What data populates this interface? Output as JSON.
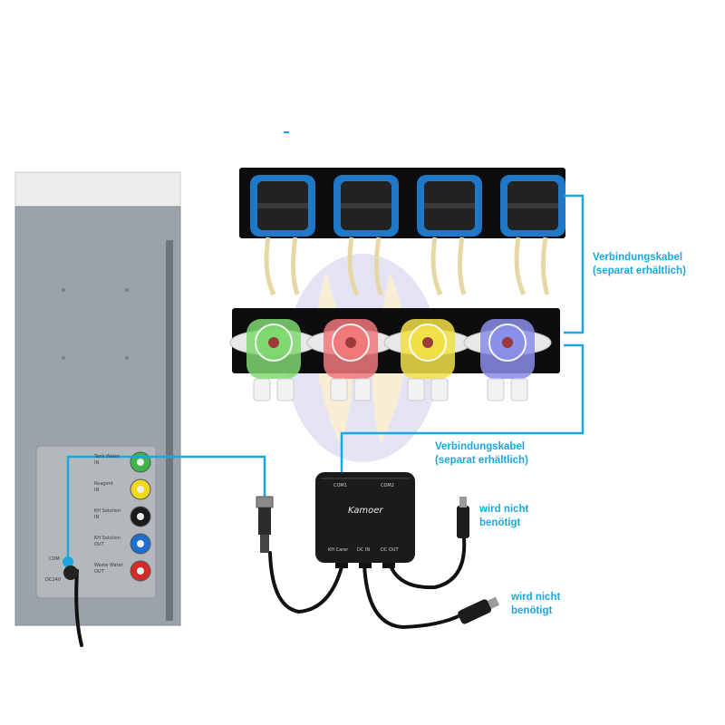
{
  "colors": {
    "accent": "#1aa7e0",
    "cabinet": "#9aa1a8",
    "cabinet_top": "#e9ebed",
    "pump_bar": "#0d0d0f",
    "pump_head": "#1f78c8",
    "hub": "#1b1b1d",
    "cable": "#111111"
  },
  "labels": {
    "cable_top": [
      "Verbindungskabel",
      "(separat erhältlich)"
    ],
    "cable_bottom": [
      "Verbindungskabel",
      "(separat erhältlich)"
    ],
    "not_needed_1": [
      "wird nicht",
      "benötigt"
    ],
    "not_needed_2": [
      "wird nicht",
      "benötigt"
    ]
  },
  "device": {
    "ports": [
      {
        "name": "Tank Water",
        "dir": "IN",
        "color": "#3cb44a"
      },
      {
        "name": "Reagent",
        "dir": "IN",
        "color": "#f0d81c"
      },
      {
        "name": "KH Solution",
        "dir": "IN",
        "color": "#1a1a1a"
      },
      {
        "name": "KH Solution",
        "dir": "OUT",
        "color": "#1f6fd0"
      },
      {
        "name": "Waste Water",
        "dir": "OUT",
        "color": "#d42a2a"
      }
    ],
    "com_label": "COM",
    "dc_label": "DC24V"
  },
  "hub": {
    "brand": "Kamoer",
    "port_labels": [
      "COM1",
      "COM2"
    ],
    "bottom_labels": [
      "KH Carer",
      "DC IN",
      "DC OUT"
    ]
  },
  "dosing_heads": [
    {
      "color": "#7fd870"
    },
    {
      "color": "#f0787a"
    },
    {
      "color": "#f2e045"
    },
    {
      "color": "#8a8ee8"
    }
  ]
}
